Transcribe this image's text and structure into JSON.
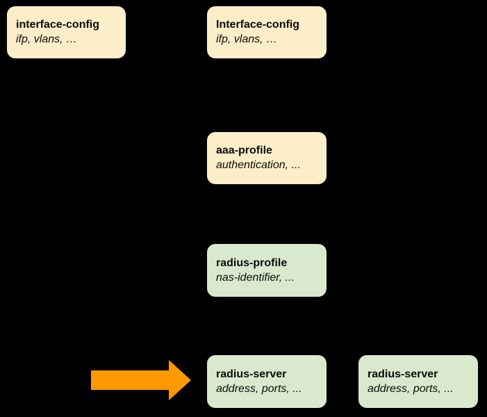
{
  "diagram": {
    "background_color": "#000000",
    "palette": {
      "cream": "#fceec9",
      "green": "#d9e9cd",
      "orange": "#ff9900",
      "text": "#0a0a0a"
    },
    "nodes": [
      {
        "id": "interface-config-left",
        "title": "interface-config",
        "subtitle": "ifp, vlans, …",
        "color": "#fceec9"
      },
      {
        "id": "interface-config-right",
        "title": "Interface-config",
        "subtitle": "ifp, vlans, …",
        "color": "#fceec9"
      },
      {
        "id": "aaa-profile",
        "title": "aaa-profile",
        "subtitle": "authentication, ...",
        "color": "#fceec9"
      },
      {
        "id": "radius-profile",
        "title": "radius-profile",
        "subtitle": "nas-identifier, ...",
        "color": "#d9e9cd"
      },
      {
        "id": "radius-server-left",
        "title": "radius-server",
        "subtitle": "address, ports, ...",
        "color": "#d9e9cd"
      },
      {
        "id": "radius-server-right",
        "title": "radius-server",
        "subtitle": "address, ports, ...",
        "color": "#d9e9cd"
      }
    ],
    "arrow": {
      "direction": "right",
      "color": "#ff9900"
    }
  }
}
